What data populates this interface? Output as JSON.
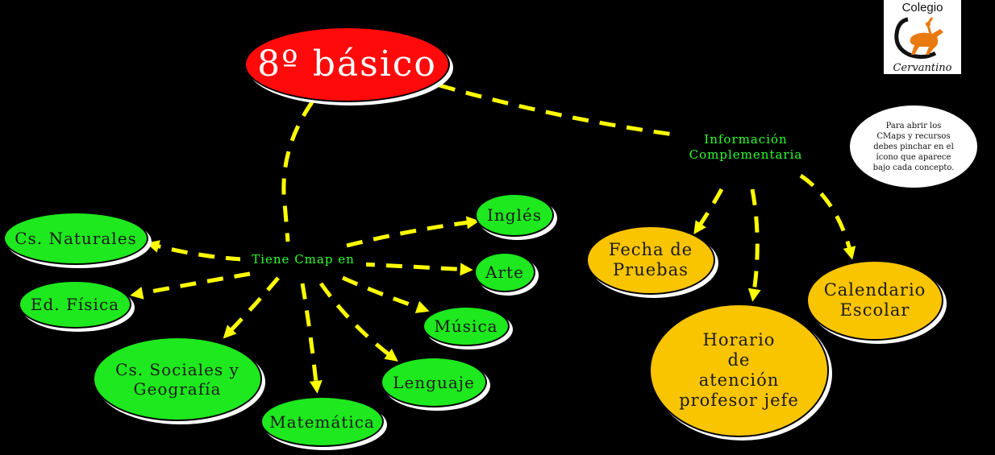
{
  "title_node": {
    "label": "8º básico",
    "color": "#ff0a0a"
  },
  "linking_phrases": {
    "tiene_cmap": "Tiene Cmap en",
    "info_complementaria": "Información\nComplementaria"
  },
  "subjects": [
    {
      "id": "cs-naturales",
      "label": "Cs. Naturales"
    },
    {
      "id": "ed-fisica",
      "label": "Ed. Física"
    },
    {
      "id": "cs-sociales",
      "label": "Cs. Sociales y\nGeografía"
    },
    {
      "id": "matematica",
      "label": "Matemática"
    },
    {
      "id": "lenguaje",
      "label": "Lenguaje"
    },
    {
      "id": "musica",
      "label": "Música"
    },
    {
      "id": "arte",
      "label": "Arte"
    },
    {
      "id": "ingles",
      "label": "Inglés"
    }
  ],
  "info_nodes": [
    {
      "id": "fecha-pruebas",
      "label": "Fecha de\nPruebas"
    },
    {
      "id": "horario",
      "label": "Horario\nde\natención\nprofesor jefe"
    },
    {
      "id": "calendario",
      "label": "Calendario\nEscolar"
    }
  ],
  "note": {
    "text": "Para abrir los\nCMaps y  recursos\ndebes pinchar en el\nícono que aparece\nbajo cada concepto."
  },
  "logo": {
    "top_text": "Colegio",
    "bottom_text": "Cervantino"
  },
  "colors": {
    "background": "#000000",
    "subject_fill": "#1ee81e",
    "info_fill": "#f9c400",
    "connector": "#ffff00",
    "link_text": "#2bff2b"
  }
}
